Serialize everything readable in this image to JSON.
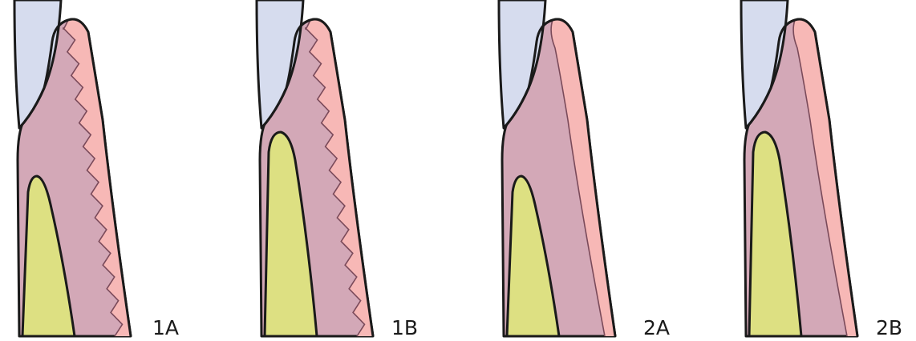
{
  "figure": {
    "caption": "",
    "colors": {
      "enamel": "#d6dcee",
      "attached_gingiva": "#d3a8b7",
      "epithelium": "#f7b8b6",
      "bone": "#dde082",
      "outline": "#1a1a1a",
      "junction_line": "#7a4a5a"
    },
    "panels": [
      {
        "label": "1A",
        "junction_style": "wavy",
        "bone_height": "low"
      },
      {
        "label": "1B",
        "junction_style": "wavy",
        "bone_height": "high"
      },
      {
        "label": "2A",
        "junction_style": "smooth",
        "bone_height": "low"
      },
      {
        "label": "2B",
        "junction_style": "smooth",
        "bone_height": "high"
      }
    ]
  }
}
